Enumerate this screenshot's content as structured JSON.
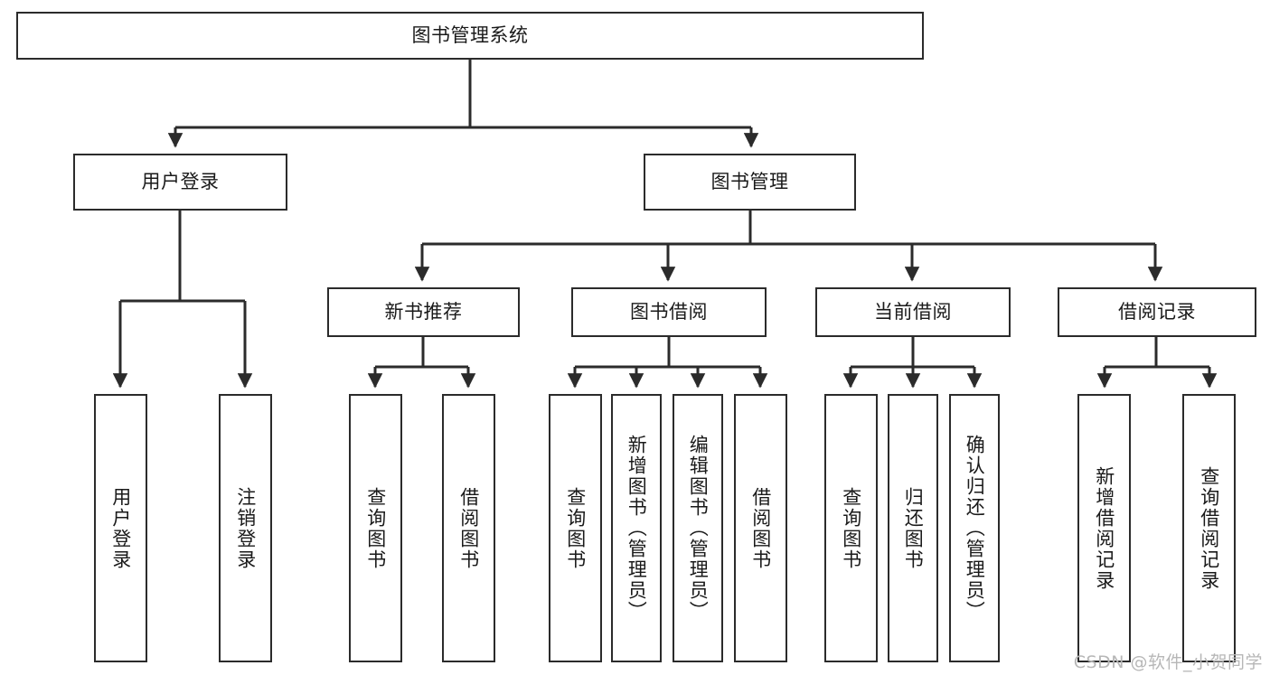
{
  "diagram": {
    "title": "图书管理系统",
    "type": "tree",
    "watermark": "CSDN @软件_小贺同学",
    "colors": {
      "box_border": "#2b2b2b",
      "box_fill": "#ffffff",
      "edge": "#2b2b2b",
      "text": "#1a1a1a",
      "watermark": "#b7b7b7"
    }
  },
  "nodes": {
    "root": {
      "label": "图书管理系统"
    },
    "level2": [
      {
        "id": "user-login",
        "label": "用户登录"
      },
      {
        "id": "book-manage",
        "label": "图书管理"
      }
    ],
    "level3": [
      {
        "id": "new-book-rec",
        "label": "新书推荐"
      },
      {
        "id": "book-borrow",
        "label": "图书借阅"
      },
      {
        "id": "current-borrow",
        "label": "当前借阅"
      },
      {
        "id": "borrow-record",
        "label": "借阅记录"
      }
    ],
    "leaves": [
      {
        "id": "leaf-user-login",
        "label": "用户登录",
        "parent": "user-login"
      },
      {
        "id": "leaf-user-logout",
        "label": "注销登录",
        "parent": "user-login"
      },
      {
        "id": "leaf-query-book-1",
        "label": "查询图书",
        "parent": "new-book-rec"
      },
      {
        "id": "leaf-borrow-book-1",
        "label": "借阅图书",
        "parent": "new-book-rec"
      },
      {
        "id": "leaf-query-book-2",
        "label": "查询图书",
        "parent": "book-borrow"
      },
      {
        "id": "leaf-add-book",
        "label": "新增图书（管理员）",
        "parent": "book-borrow"
      },
      {
        "id": "leaf-edit-book",
        "label": "编辑图书（管理员）",
        "parent": "book-borrow"
      },
      {
        "id": "leaf-borrow-book-2",
        "label": "借阅图书",
        "parent": "book-borrow"
      },
      {
        "id": "leaf-query-book-3",
        "label": "查询图书",
        "parent": "current-borrow"
      },
      {
        "id": "leaf-return-book",
        "label": "归还图书",
        "parent": "current-borrow"
      },
      {
        "id": "leaf-confirm-return",
        "label": "确认归还（管理员）",
        "parent": "current-borrow"
      },
      {
        "id": "leaf-add-record",
        "label": "新增借阅记录",
        "parent": "borrow-record"
      },
      {
        "id": "leaf-query-record",
        "label": "查询借阅记录",
        "parent": "borrow-record"
      }
    ]
  }
}
